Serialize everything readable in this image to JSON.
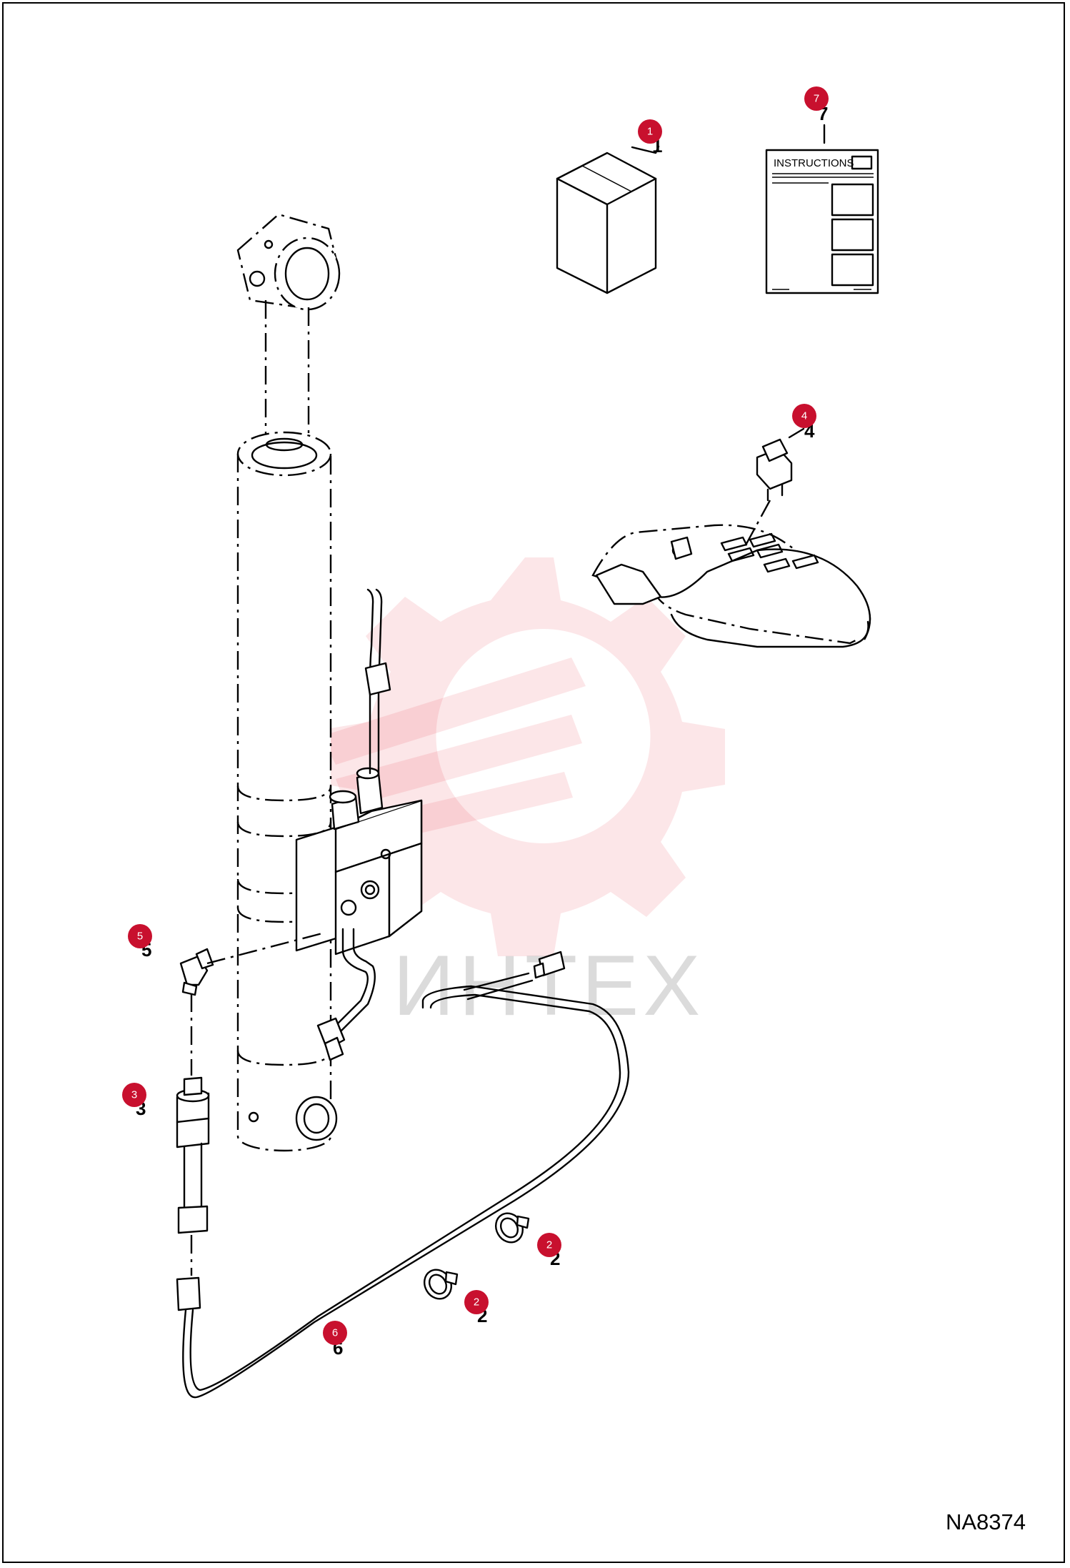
{
  "drawing_number": "NA8374",
  "manual": {
    "title": "INSTRUCTIONS"
  },
  "watermark": {
    "text": "ИНТЕХ"
  },
  "callouts": [
    "1",
    "2",
    "2",
    "3",
    "4",
    "5",
    "6",
    "7"
  ],
  "leader_numbers": [
    "1",
    "2",
    "2",
    "3",
    "4",
    "5",
    "6",
    "7"
  ],
  "colors": {
    "callout": "#c8102e",
    "watermark": "#e8192c",
    "line": "#000000"
  }
}
